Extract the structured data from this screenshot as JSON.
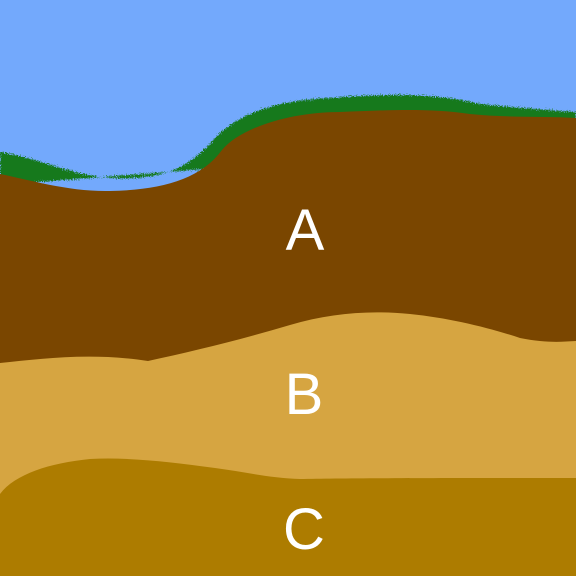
{
  "layers": [
    {
      "id": "sky",
      "color": "#73a9fc"
    },
    {
      "id": "grass",
      "color": "#14791f"
    },
    {
      "id": "horizon-a",
      "label": "A",
      "color": "#7a4600"
    },
    {
      "id": "horizon-b",
      "label": "B",
      "color": "#d6a541"
    },
    {
      "id": "horizon-c",
      "label": "C",
      "color": "#ad7c00"
    }
  ],
  "label_color": "#ffffff"
}
